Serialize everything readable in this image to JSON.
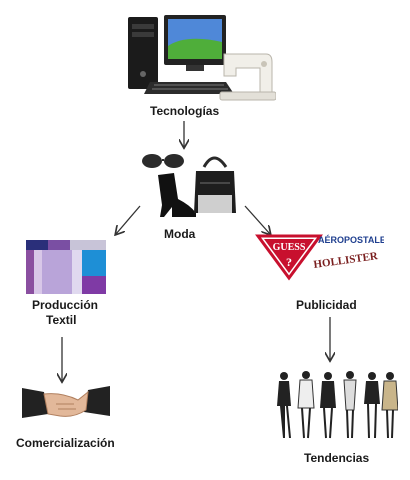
{
  "nodes": {
    "tecnologias": {
      "label": "Tecnologías"
    },
    "moda": {
      "label": "Moda"
    },
    "produccion": {
      "label_line1": "Producción",
      "label_line2": "Textil"
    },
    "publicidad": {
      "label": "Publicidad"
    },
    "comercializacion": {
      "label": "Comercialización"
    },
    "tendencias": {
      "label": "Tendencias"
    }
  },
  "brand_logos": {
    "guess": "GUESS",
    "aeropostale": "AÉROPOSTALE",
    "hollister": "HOLLISTER"
  },
  "edges": [
    {
      "from": "tecnologias",
      "to": "moda"
    },
    {
      "from": "moda",
      "to": "produccion"
    },
    {
      "from": "moda",
      "to": "publicidad"
    },
    {
      "from": "produccion",
      "to": "comercializacion"
    },
    {
      "from": "publicidad",
      "to": "tendencias"
    }
  ],
  "colors": {
    "arrow": "#333333",
    "label": "#1a1a1a",
    "logo_red": "#c8102e",
    "logo_blue": "#1f3f8f"
  }
}
